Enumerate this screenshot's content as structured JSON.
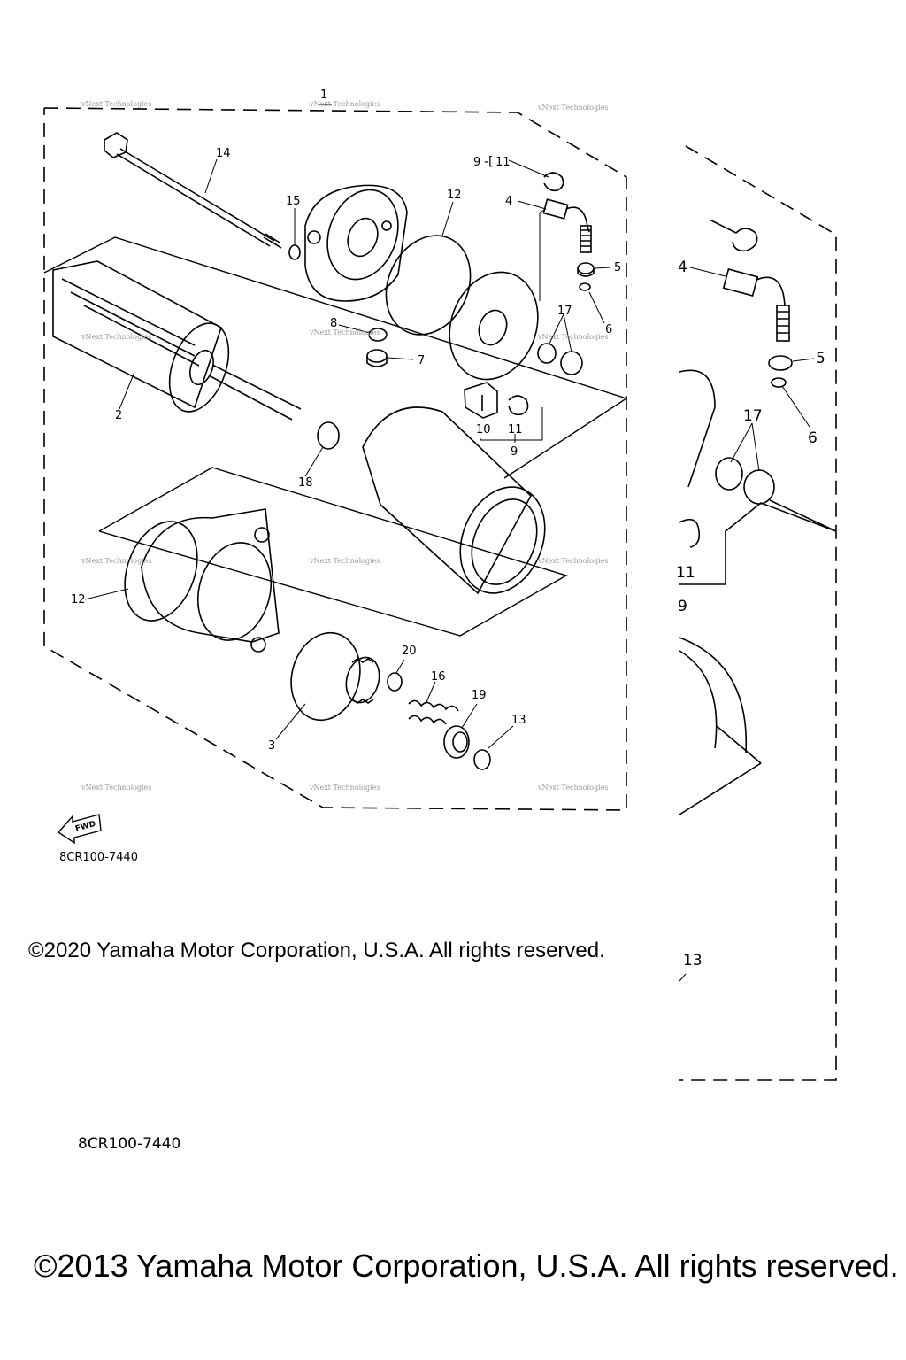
{
  "callouts": {
    "c1": "1",
    "c14": "14",
    "c15": "15",
    "c12a": "12",
    "c9a": "9",
    "c11a": "11",
    "c4": "4",
    "c5": "5",
    "c6": "6",
    "c17": "17",
    "c8": "8",
    "c7": "7",
    "c2": "2",
    "c10": "10",
    "c11b": "11",
    "c9b": "9",
    "c18": "18",
    "c12b": "12",
    "c20": "20",
    "c16": "16",
    "c19": "19",
    "c13": "13",
    "c3": "3"
  },
  "zoom_callouts": {
    "z4": "4",
    "z5": "5",
    "z6": "6",
    "z17": "17",
    "z11": "11",
    "z9": "9",
    "z13": "13"
  },
  "watermark": "vNext Technologies",
  "fwd_label": "FWD",
  "part_code_small": "8CR100-7440",
  "part_code_large": "8CR100-7440",
  "copyright_2020": "©2020 Yamaha Motor Corporation, U.S.A. All rights reserved.",
  "copyright_2013": "©2013 Yamaha Motor Corporation, U.S.A. All rights reserved."
}
